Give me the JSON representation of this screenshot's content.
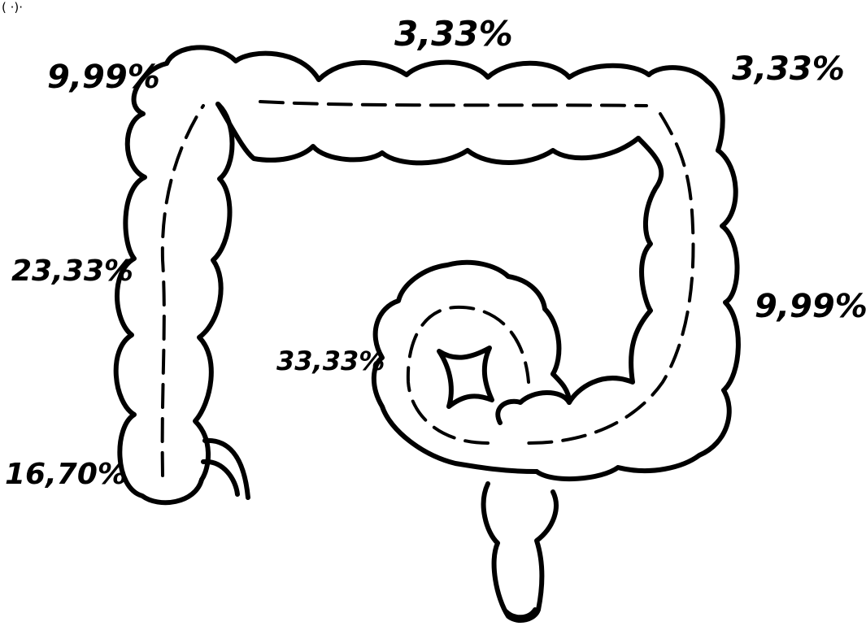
{
  "corner_fragment": "( ·)·",
  "segments": {
    "ascending_top": "9,99%",
    "transverse": "3,33%",
    "splenic_flexure": "3,33%",
    "descending": "9,99%",
    "ascending": "23,33%",
    "cecum": "16,70%",
    "sigmoid": "33,33%"
  },
  "colors": {
    "ink": "#000000",
    "background": "#ffffff"
  }
}
